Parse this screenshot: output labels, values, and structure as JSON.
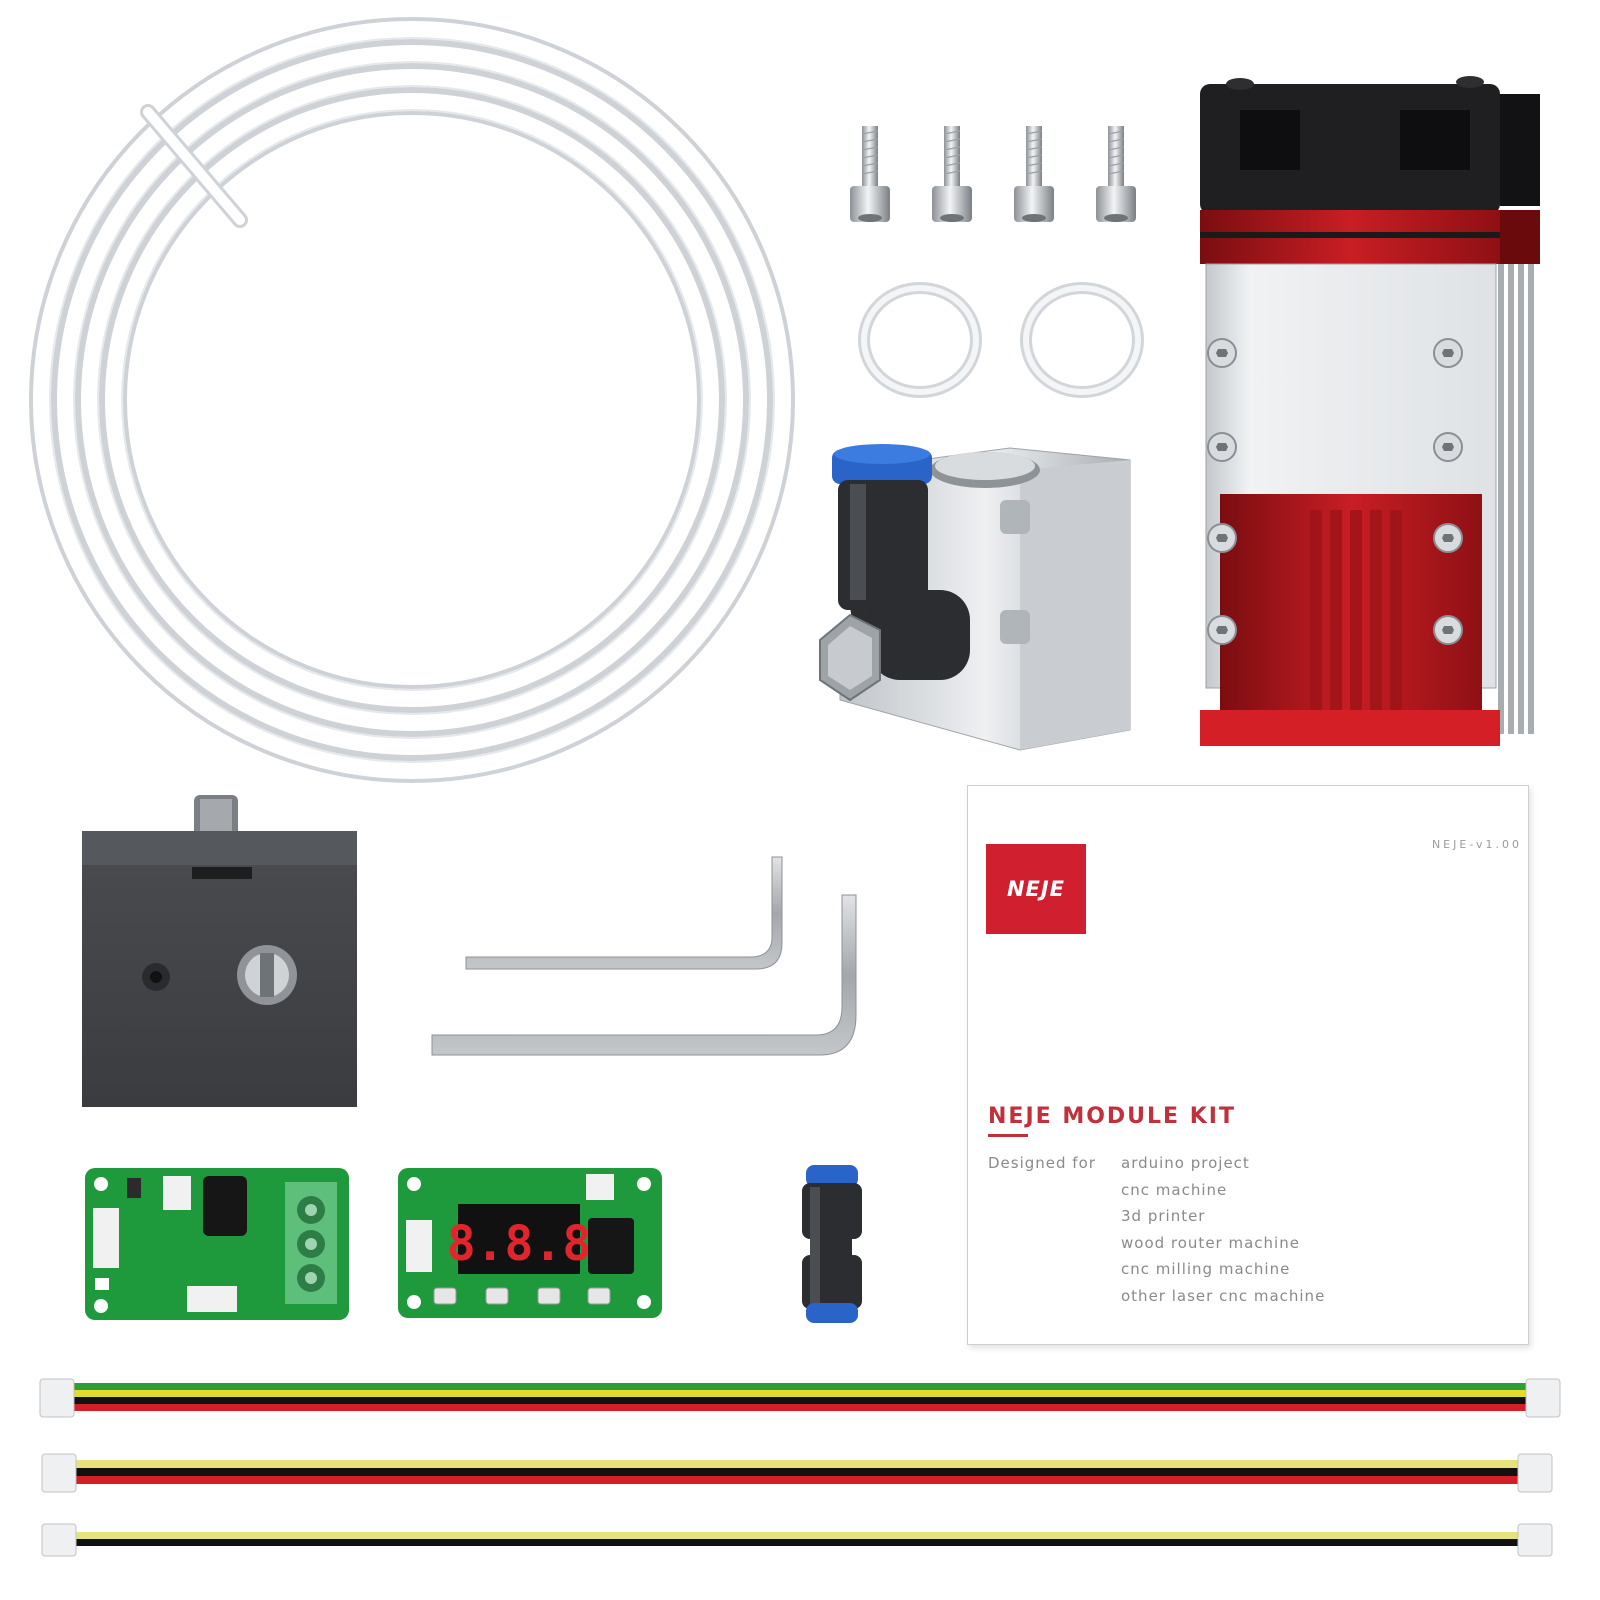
{
  "manual": {
    "logo_text": "NEJE",
    "version": "NEJE-v1.00",
    "title": "NEJE MODULE KIT",
    "designed_for_label": "Designed for",
    "uses": [
      "arduino project",
      "cnc machine",
      "3d printer",
      "wood router machine",
      "cnc milling machine",
      "other laser cnc machine"
    ]
  },
  "pcb_display": {
    "readout": "8.8.8"
  },
  "colors": {
    "laser_red": "#c81e24",
    "pcb_green": "#1e9a3c",
    "brand_red": "#d0202f",
    "air_assist_blue": "#2a64c9"
  }
}
